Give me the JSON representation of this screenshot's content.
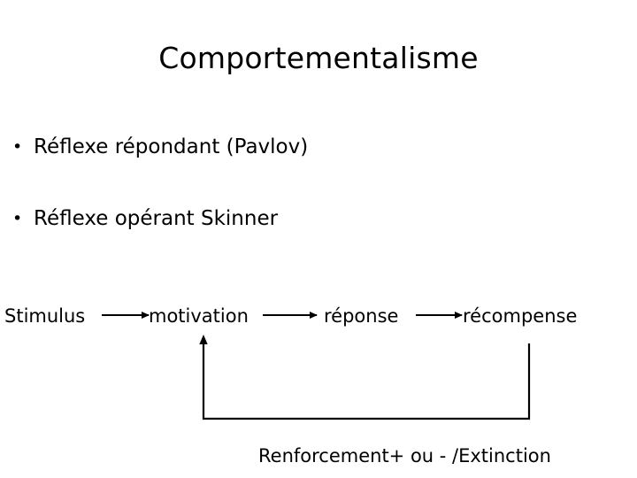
{
  "slide": {
    "title": "Comportementalisme",
    "bullets": [
      {
        "marker": "•",
        "text": "Réflexe répondant (Pavlov)"
      },
      {
        "marker": "•",
        "text": "Réflexe opérant Skinner"
      }
    ],
    "flow": {
      "nodes": [
        {
          "id": "stimulus",
          "label": "Stimulus"
        },
        {
          "id": "motivation",
          "label": "motivation"
        },
        {
          "id": "reponse",
          "label": "réponse"
        },
        {
          "id": "recompense",
          "label": "récompense"
        }
      ],
      "connectors": [
        {
          "id": "arrow-1",
          "from": "stimulus",
          "to": "motivation",
          "style": "arrow-right"
        },
        {
          "id": "arrow-2",
          "from": "motivation",
          "to": "reponse",
          "style": "arrow-right"
        },
        {
          "id": "arrow-3",
          "from": "reponse",
          "to": "recompense",
          "style": "arrow-right"
        },
        {
          "id": "feedback-loop",
          "from": "recompense",
          "to": "motivation",
          "style": "feedback-up-arrow"
        }
      ]
    },
    "caption": "Renforcement+ ou - /Extinction",
    "colors": {
      "background": "#ffffff",
      "text": "#000000",
      "line": "#000000"
    }
  }
}
